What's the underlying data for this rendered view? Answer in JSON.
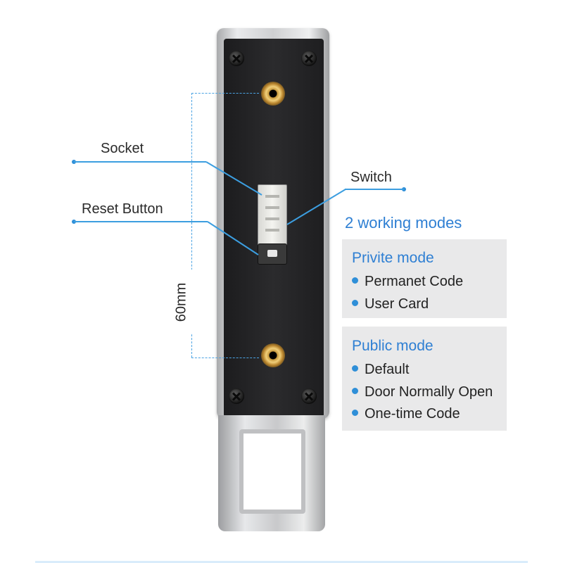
{
  "labels": {
    "socket": "Socket",
    "reset_button": "Reset Button",
    "switch": "Switch",
    "dimension": "60mm"
  },
  "modes": {
    "heading": "2 working modes",
    "private": {
      "title": "Privite mode",
      "items": [
        "Permanet Code",
        "User Card"
      ]
    },
    "public": {
      "title": "Public mode",
      "items": [
        "Default",
        "Door Normally Open",
        "One-time Code"
      ]
    }
  },
  "colors": {
    "accent": "#2e7fd3",
    "callout_line": "#3c9ee0",
    "panel_bg": "#e9e9ea"
  }
}
